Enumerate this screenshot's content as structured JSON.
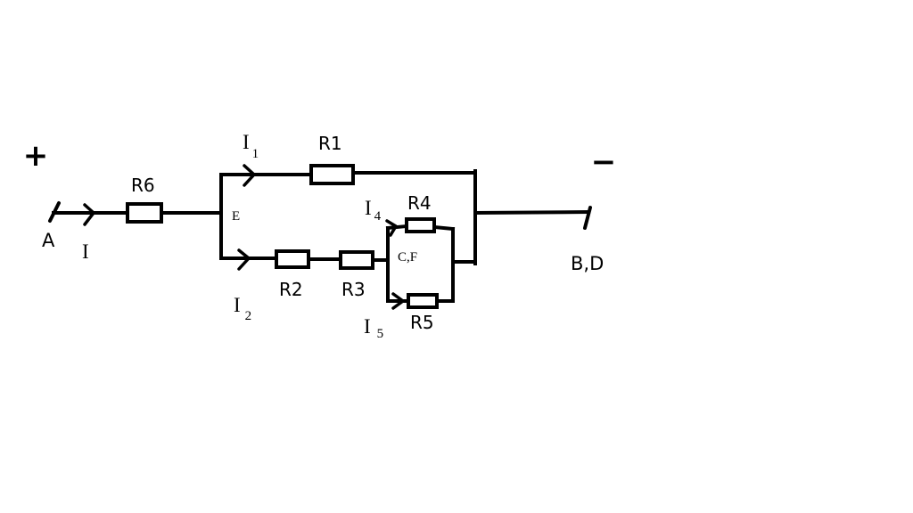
{
  "terminals": {
    "plus_sign": "+",
    "minus_sign": "−",
    "left_label": "A",
    "right_label": "B,D"
  },
  "nodes": {
    "e": "E",
    "cf": "C,F"
  },
  "resistors": {
    "r1": "R1",
    "r2": "R2",
    "r3": "R3",
    "r4": "R4",
    "r5": "R5",
    "r6": "R6"
  },
  "currents": {
    "i": "I",
    "i1_main": "I",
    "i1_sub": "1",
    "i2_main": "I",
    "i2_sub": "2",
    "i4_main": "I",
    "i4_sub": "4",
    "i5_main": "I",
    "i5_sub": "5"
  }
}
